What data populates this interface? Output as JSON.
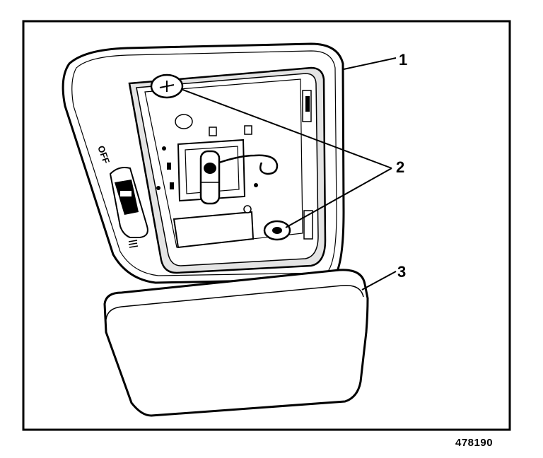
{
  "callouts": [
    {
      "label": "1"
    },
    {
      "label": "2"
    },
    {
      "label": "3"
    }
  ],
  "switch": {
    "off_label": "OFF"
  },
  "figure_number": "478190",
  "colors": {
    "line": "#000000",
    "housing": "#ffffff",
    "panel_shadow": "#d6d6d6"
  }
}
